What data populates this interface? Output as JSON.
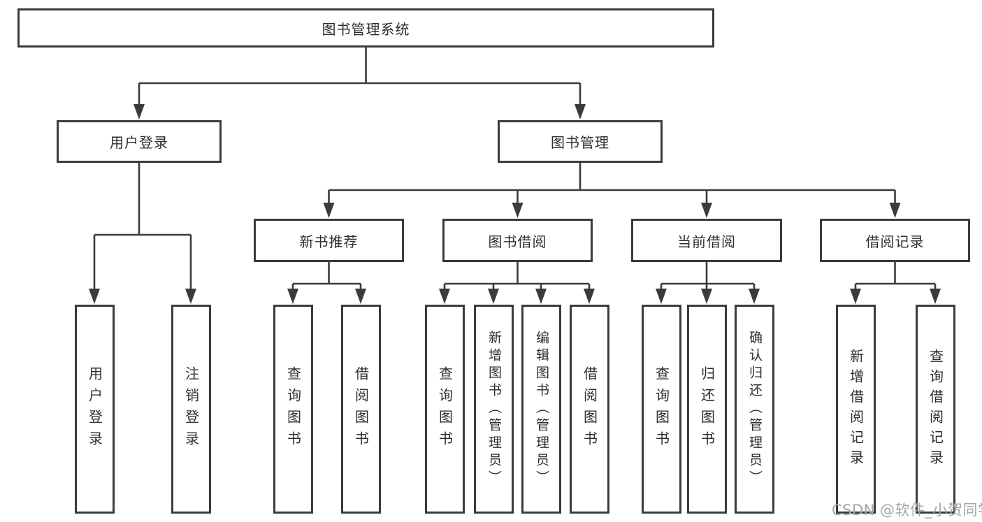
{
  "diagram": {
    "root": {
      "label": "图书管理系统",
      "children": [
        {
          "label": "用户登录",
          "children": [
            {
              "label": "用户登录"
            },
            {
              "label": "注销登录"
            }
          ]
        },
        {
          "label": "图书管理",
          "children": [
            {
              "label": "新书推荐",
              "children": [
                {
                  "label": "查询图书"
                },
                {
                  "label": "借阅图书"
                }
              ]
            },
            {
              "label": "图书借阅",
              "children": [
                {
                  "label": "查询图书"
                },
                {
                  "label": "新增图书（管理员）"
                },
                {
                  "label": "编辑图书（管理员）"
                },
                {
                  "label": "借阅图书"
                }
              ]
            },
            {
              "label": "当前借阅",
              "children": [
                {
                  "label": "查询图书"
                },
                {
                  "label": "归还图书"
                },
                {
                  "label": "确认归还（管理员）"
                }
              ]
            },
            {
              "label": "借阅记录",
              "children": [
                {
                  "label": "新增借阅记录"
                },
                {
                  "label": "查询借阅记录"
                }
              ]
            }
          ]
        }
      ]
    }
  },
  "watermark": {
    "text": "CSDN @软件_小贺同学"
  },
  "colors": {
    "line": "#3b3b3d",
    "node_text": "#2e2e30",
    "watermark_text": "#a5a5aa",
    "background": "#ffffff"
  }
}
